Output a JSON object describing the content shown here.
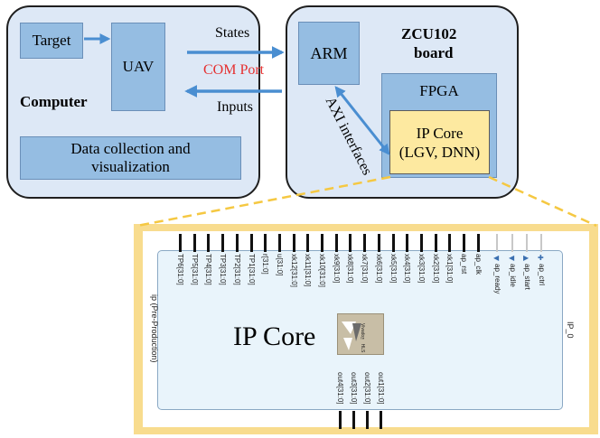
{
  "computer": {
    "label": "Computer",
    "target": "Target",
    "uav": "UAV",
    "data_box_line1": "Data collection and",
    "data_box_line2": "visualization"
  },
  "links": {
    "states": "States",
    "com_port": "COM Port",
    "inputs": "Inputs",
    "axi": "AXI interfaces"
  },
  "board": {
    "title_line1": "ZCU102",
    "title_line2": "board",
    "arm": "ARM",
    "fpga": "FPGA",
    "ip_core_line1": "IP Core",
    "ip_core_line2": "(LGV, DNN)"
  },
  "ip_block": {
    "main_label": "IP Core",
    "left_label": "ip (Pre-Production)",
    "right_label": "IP_0",
    "logo_text": "Vivado™ HLS",
    "top_ports": [
      "TP6[31:0]",
      "TP5[31:0]",
      "TP4[31:0]",
      "TP3[31:0]",
      "TP2[31:0]",
      "TP1[31:0]",
      "r[31:0]",
      "u[31:0]",
      "xk12[31:0]",
      "xk11[31:0]",
      "xk10[31:0]",
      "xk9[31:0]",
      "xk8[31:0]",
      "xk7[31:0]",
      "xk6[31:0]",
      "xk5[31:0]",
      "xk4[31:0]",
      "xk3[31:0]",
      "xk2[31:0]",
      "xk1[31:0]",
      "ap_rst",
      "ap_clk"
    ],
    "ctrl_ports": [
      "ap_ready",
      "ap_idle",
      "ap_start",
      "ap_ctrl"
    ],
    "bottom_ports": [
      "out4[31:0]",
      "out3[31:0]",
      "out2[31:0]",
      "out1[31:0]"
    ]
  },
  "colors": {
    "panel_bg": "#dde8f6",
    "box_fill": "#95bde2",
    "ip_core_fill": "#fde9a0",
    "arrow": "#4a8ed1",
    "com_port": "#e53030",
    "zoom_border": "#f8dc8e"
  }
}
